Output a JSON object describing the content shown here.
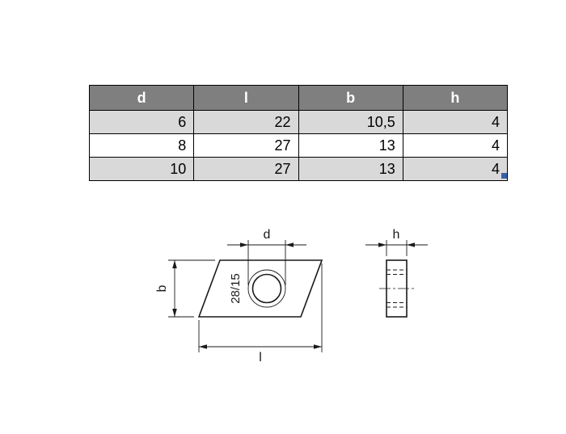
{
  "table": {
    "headers": [
      "d",
      "l",
      "b",
      "h"
    ],
    "rows": [
      [
        "6",
        "22",
        "10,5",
        "4"
      ],
      [
        "8",
        "27",
        "13",
        "4"
      ],
      [
        "10",
        "27",
        "13",
        "4"
      ]
    ]
  },
  "drawing": {
    "marking": "28/15",
    "labels": {
      "hole_diameter": "d",
      "width": "b",
      "length": "l",
      "height": "h"
    }
  },
  "colors": {
    "header_bg": "#7f7f7f",
    "row_shaded": "#d9d9d9",
    "table_border": "#000000",
    "selection_handle": "#3a5fa8",
    "drawing_line": "#1a1a1a"
  }
}
